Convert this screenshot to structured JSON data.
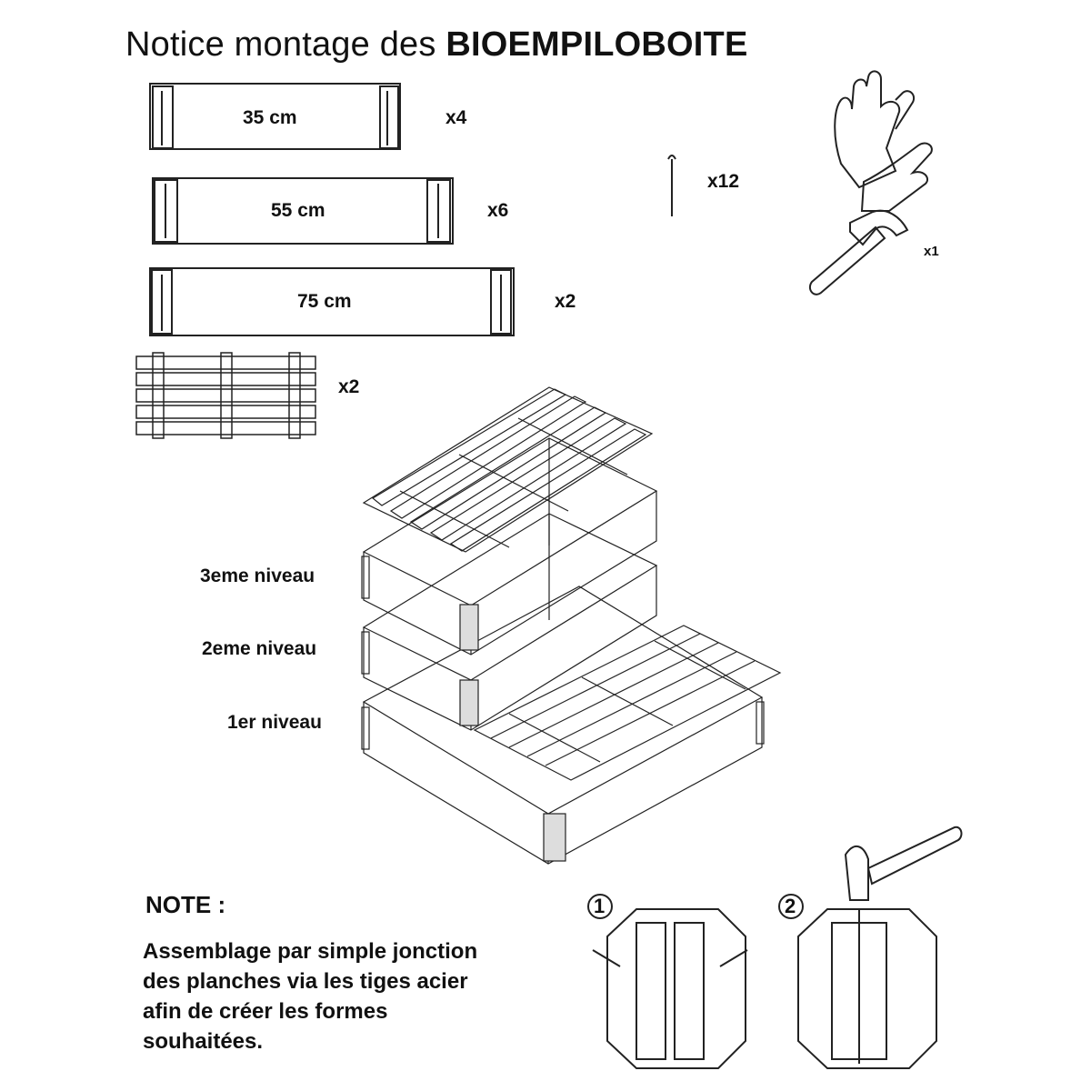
{
  "title": {
    "prefix": "Notice montage des ",
    "name": "BIOEMPILOBOITE"
  },
  "parts": [
    {
      "size": "35 cm",
      "qty": "x4"
    },
    {
      "size": "55 cm",
      "qty": "x6"
    },
    {
      "size": "75 cm",
      "qty": "x2"
    }
  ],
  "lid_qty": "x2",
  "pins_qty": "x12",
  "hammer_qty": "x1",
  "levels": [
    "3eme niveau",
    "2eme niveau",
    "1er niveau"
  ],
  "note": {
    "heading": "NOTE :",
    "lines": [
      "Assemblage par simple jonction",
      "des planches via les tiges acier",
      "afin de créer les formes",
      "souhaitées."
    ]
  },
  "steps": [
    "1",
    "2"
  ]
}
